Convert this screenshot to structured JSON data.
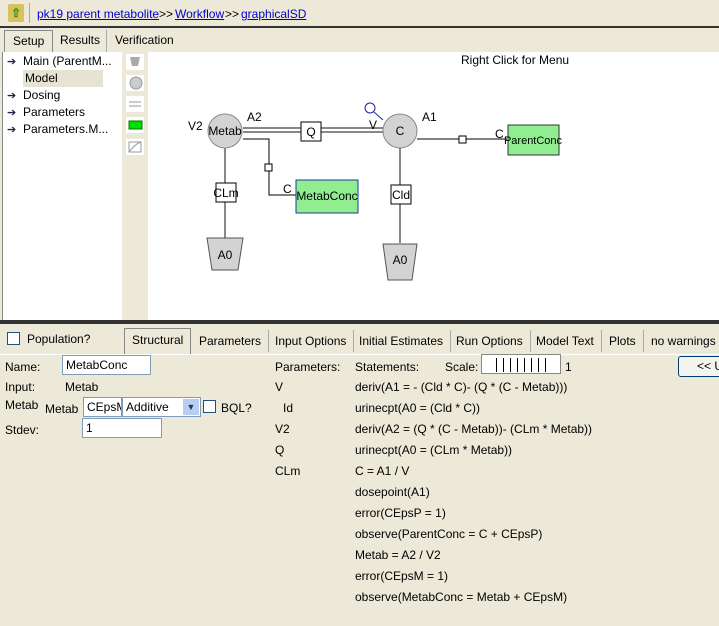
{
  "breadcrumb": {
    "project": "pk19 parent  metabolite",
    "sep1": ">>",
    "workflow": "Workflow",
    "sep2": ">>",
    "current": "graphicalSD"
  },
  "top_tabs": [
    "Setup",
    "Results",
    "Verification"
  ],
  "tree": [
    "Main (ParentM...",
    "Model",
    "Dosing",
    "Parameters",
    "Parameters.M..."
  ],
  "canvas": {
    "hint": "Right Click for Menu",
    "labels": {
      "metab": "Metab",
      "a2": "A2",
      "v2": "V2",
      "q": "Q",
      "c": "C",
      "a1": "A1",
      "v": "V",
      "clm": "CLm",
      "cld": "Cld",
      "a0": "A0",
      "c_label": "C",
      "metabconc": "MetabConc",
      "parentconc": "ParentConc"
    }
  },
  "bottom": {
    "population": "Population?",
    "tabs": [
      "Structural",
      "Parameters",
      "Input Options",
      "Initial Estimates",
      "Run Options",
      "Model Text",
      "Plots",
      "no warnings"
    ],
    "name_label": "Name:",
    "name_value": "MetabConc",
    "input_label": "Input:",
    "input_value": "Metab",
    "metab_label": "Metab",
    "metab_label2": "Metab",
    "eps_value": "CEpsM",
    "error_model": "Additive",
    "bql": "BQL?",
    "stdev_label": "Stdev:",
    "stdev_value": "1",
    "parameters_header": "Parameters:",
    "parameters": [
      "V",
      "Id",
      "V2",
      "Q",
      "CLm"
    ],
    "statements_header": "Statements:",
    "scale_label": "Scale:",
    "scale_value": "1",
    "statements": [
      "deriv(A1 = - (Cld * C)- (Q * (C - Metab)))",
      "urinecpt(A0 = (Cld * C))",
      "deriv(A2 = (Q * (C - Metab))- (CLm * Metab))",
      "urinecpt(A0 = (CLm * Metab))",
      "C = A1 / V",
      "dosepoint(A1)",
      "error(CEpsP = 1)",
      "observe(ParentConc = C + CEpsP)",
      "Metab = A2 / V2",
      "error(CEpsM = 1)",
      "observe(MetabConc = Metab + CEpsM)"
    ],
    "collapse_button": "<< U"
  }
}
